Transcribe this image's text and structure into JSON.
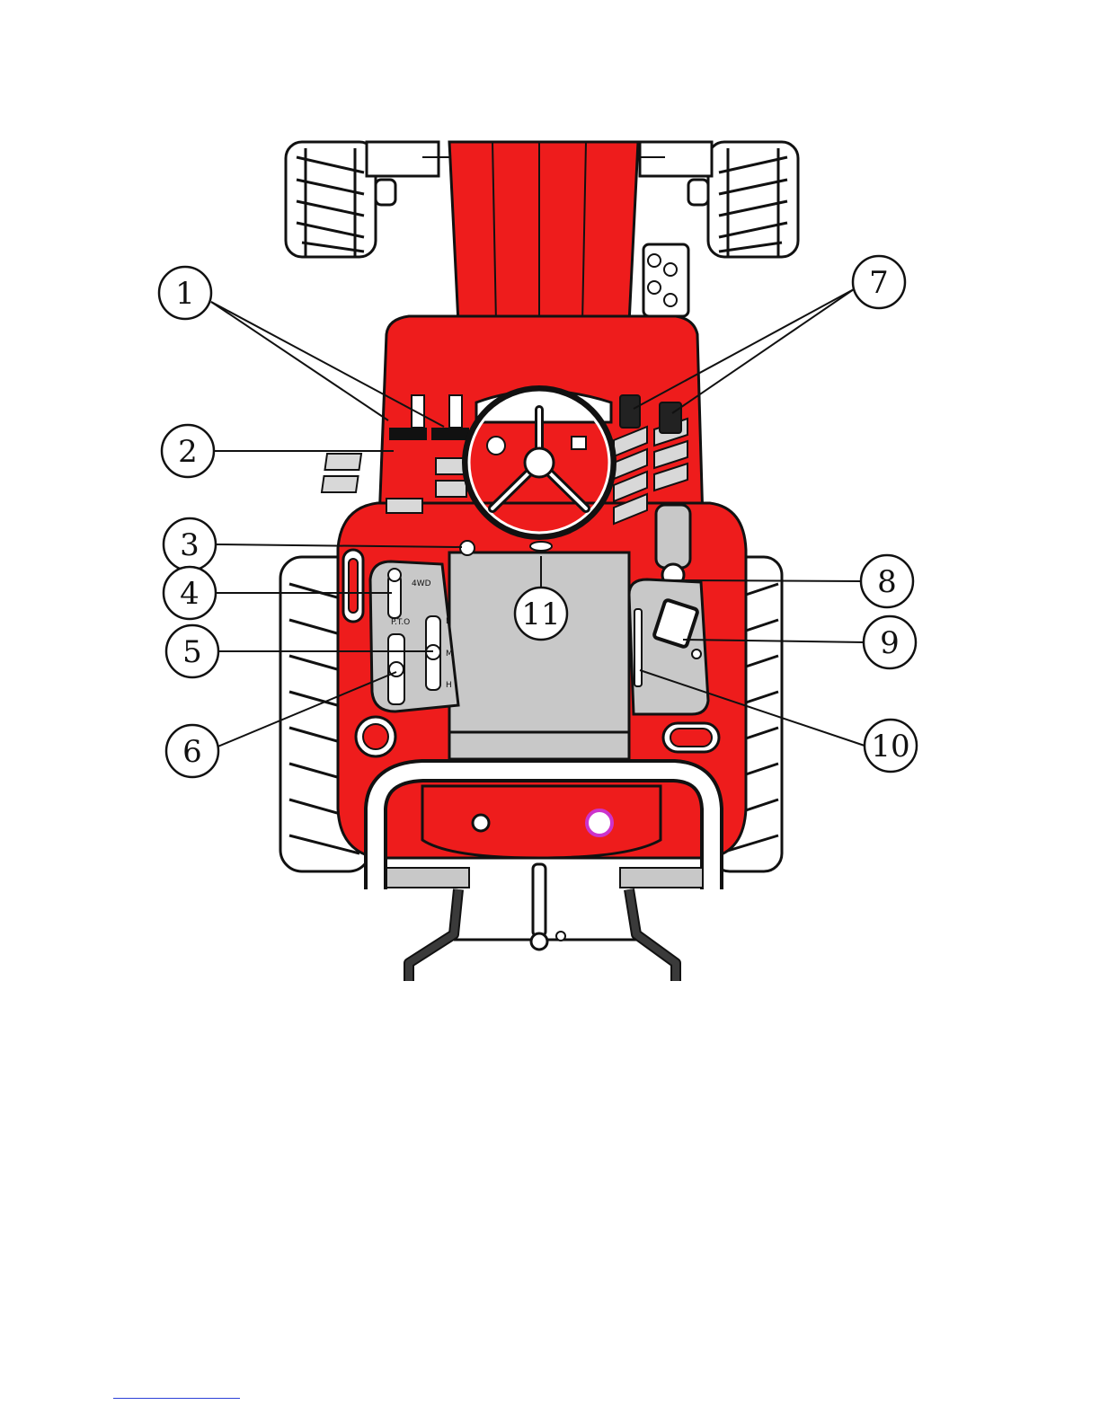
{
  "colors": {
    "body_red": "#ee1c1c",
    "panel_gray": "#c8c8c8",
    "outline": "#111111",
    "callout_fill": "#ffffff",
    "hitch_dark": "#3a3a3a",
    "footer_rule": "#2b3fd6"
  },
  "callouts": [
    {
      "id": "1",
      "label": "1"
    },
    {
      "id": "2",
      "label": "2"
    },
    {
      "id": "3",
      "label": "3"
    },
    {
      "id": "4",
      "label": "4"
    },
    {
      "id": "5",
      "label": "5"
    },
    {
      "id": "6",
      "label": "6"
    },
    {
      "id": "7",
      "label": "7"
    },
    {
      "id": "8",
      "label": "8"
    },
    {
      "id": "9",
      "label": "9"
    },
    {
      "id": "10",
      "label": "10"
    },
    {
      "id": "11",
      "label": "11"
    }
  ],
  "panel_marks": {
    "left_console_top": "4WD",
    "left_console_pto": "P.T.O",
    "range_low": "L",
    "range_mid": "M",
    "range_high": "H"
  }
}
